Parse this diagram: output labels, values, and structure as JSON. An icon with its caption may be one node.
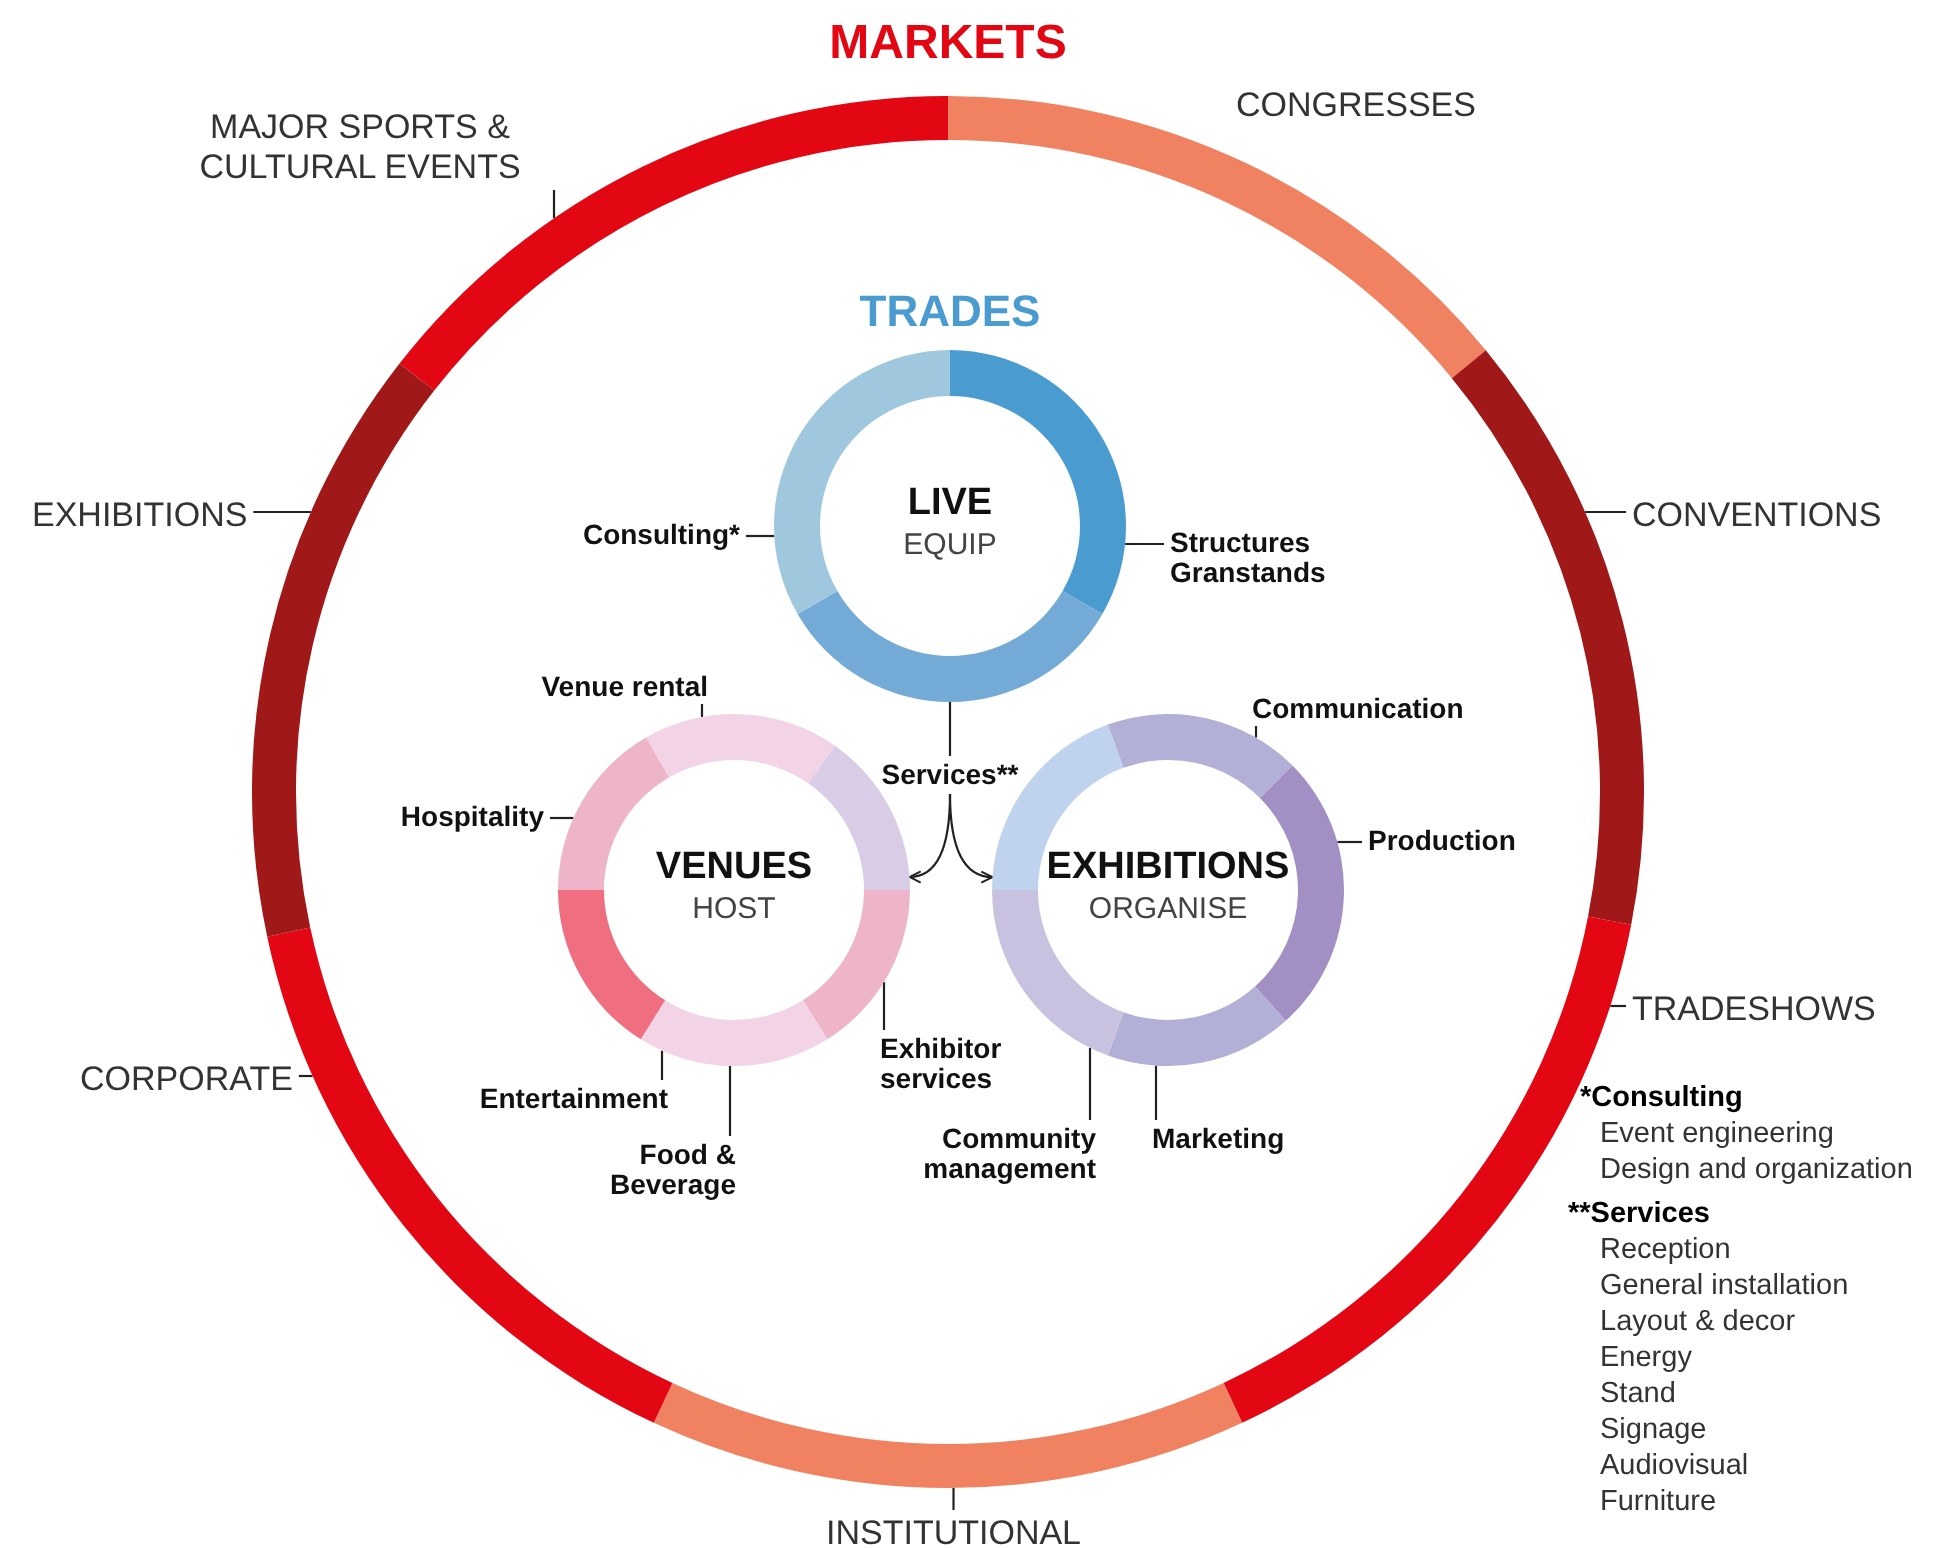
{
  "diagram": {
    "nodes": [
      {
        "text": [
          "MARKETS"
        ]
      },
      {
        "text": [
          "MAJOR SPORTS & CULTURAL EVENTS"
        ]
      },
      {
        "text": [
          "CONVENTIONS"
        ]
      },
      {
        "text": [
          "EXHIBITIONS"
        ]
      },
      {
        "text": [
          "TRADESHOWS"
        ]
      },
      {
        "text": [
          "CORPORATE"
        ]
      },
      {
        "text": [
          "INSTITUTIONAL"
        ]
      },
      {
        "text": [
          "LIVE",
          "EQUIP"
        ],
        "in": 0
      },
      {
        "text": [
          "Consulting*"
        ],
        "in": 0
      },
      {
        "text": [
          "Structures Granstands"
        ],
        "in": 0
      },
      {
        "text": [
          "Venue rental"
        ],
        "in": 0
      },
      {
        "text": [
          "Services**"
        ],
        "in": 0
      },
      {
        "text": [
          "Communication"
        ],
        "in": 0
      },
      {
        "text": [
          "Hospitality"
        ],
        "in": 0
      },
      {
        "text": [
          "VENUES",
          "HOST"
        ],
        "in": 0
      },
      {
        "text": [
          "EXHIBITIONS",
          "ORGANISE"
        ],
        "in": 0
      },
      {
        "text": [
          "Production"
        ],
        "in": 0
      },
      {
        "text": [
          "Exhibitor services"
        ],
        "in": 0
      },
      {
        "text": [
          "Entertainment"
        ],
        "in": 0
      },
      {
        "text": [
          "Marketing"
        ],
        "in": 0
      },
      {
        "text": [
          "Community management"
        ],
        "in": 0
      },
      {
        "text": [
          "Food & Beverage"
        ],
        "in": 0
      },
      {
        "text": [],
        "shape": "arc",
        "in": 0
      },
      {
        "text": [],
        "shape": "arc",
        "in": 0
      },
      {
        "text": [],
        "shape": "arc",
        "in": 0
      },
      {
        "text": [],
        "shape": "arc",
        "in": 0
      },
      {
        "text": [],
        "shape": "arc",
        "in": 0
      },
      {
        "text": [],
        "shape": "arc",
        "in": 0
      },
      {
        "text": [],
        "shape": "arc",
        "in": 0
      }
    ],
    "edges": [
      {
        "from": 1,
        "to": 28,
        "arrow": "none"
      },
      {
        "from": 2,
        "to": 23,
        "arrow": "none"
      },
      {
        "from": 3,
        "to": 27,
        "arrow": "none"
      },
      {
        "from": 4,
        "to": 24,
        "arrow": "none"
      },
      {
        "from": 5,
        "to": 26,
        "arrow": "none"
      },
      {
        "from": 6,
        "to": 25,
        "arrow": "none"
      },
      {
        "from": 8,
        "to": 7,
        "arrow": "none"
      },
      {
        "from": 9,
        "to": 7,
        "arrow": "none"
      },
      {
        "from": 7,
        "to": 11,
        "arrow": "none"
      },
      {
        "from": 11,
        "to": 14,
        "arrow": "to"
      },
      {
        "from": 11,
        "to": 15,
        "arrow": "to"
      },
      {
        "from": 10,
        "to": 14,
        "arrow": "none"
      },
      {
        "from": 13,
        "to": 14,
        "arrow": "none"
      },
      {
        "from": 18,
        "to": 14,
        "arrow": "none"
      },
      {
        "from": 21,
        "to": 14,
        "arrow": "none"
      },
      {
        "from": 17,
        "to": 14,
        "arrow": "none"
      },
      {
        "from": 12,
        "to": 15,
        "arrow": "none"
      },
      {
        "from": 16,
        "to": 15,
        "arrow": "none"
      },
      {
        "from": 19,
        "to": 15,
        "arrow": "none"
      },
      {
        "from": 20,
        "to": 15,
        "arrow": "none"
      }
    ],
    "labels": [
      "CONGRESSES",
      "TRADES",
      "*Consulting",
      "Event engineering",
      "Design and organization",
      "**Services",
      "Reception",
      "General installation",
      "Layout & decor",
      "Energy",
      "Stand",
      "Signage",
      "Audiovisual",
      "Furniture"
    ]
  }
}
